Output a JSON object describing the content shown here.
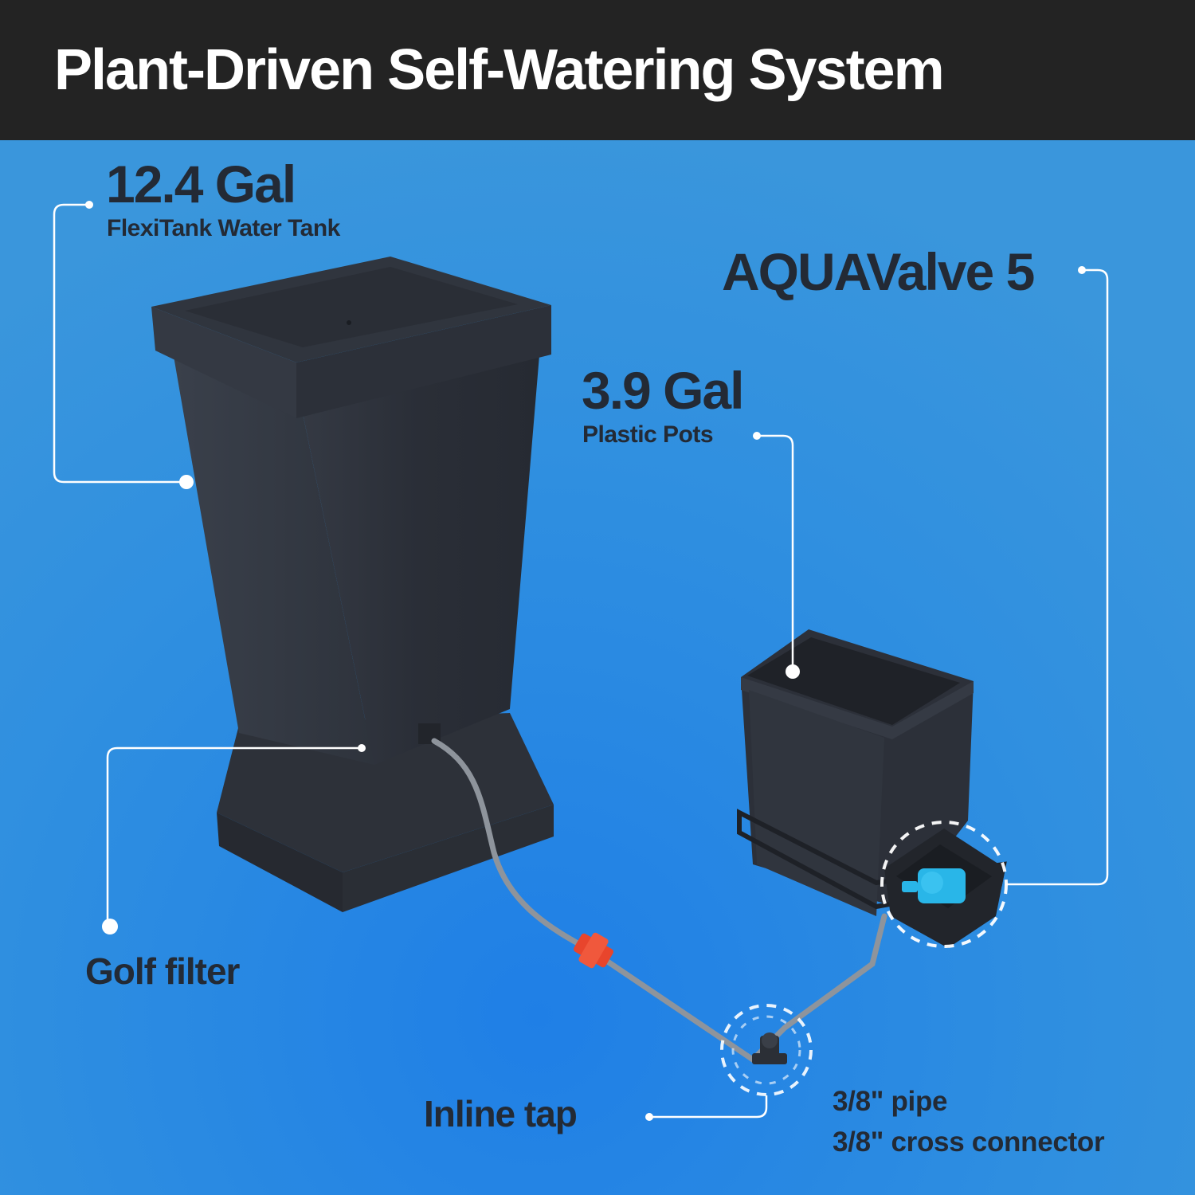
{
  "header": {
    "title": "Plant-Driven Self-Watering System"
  },
  "callouts": {
    "tank": {
      "capacity": "12.4 Gal",
      "name": "FlexiTank Water Tank"
    },
    "valve": {
      "name": "AQUAValve 5"
    },
    "pots": {
      "capacity": "3.9 Gal",
      "name": "Plastic Pots"
    },
    "filter": {
      "name": "Golf filter"
    },
    "tap": {
      "name": "Inline tap"
    },
    "specs": {
      "pipe": "3/8\" pipe",
      "connector": "3/8\" cross connector"
    }
  },
  "colors": {
    "header_bg": "#232323",
    "background": "#2f8fe0",
    "product": "#2b2f38",
    "callout_line": "#ffffff",
    "valve_accent": "#29b6e8",
    "connector": "#e8452c",
    "label_text": "#232a35"
  }
}
